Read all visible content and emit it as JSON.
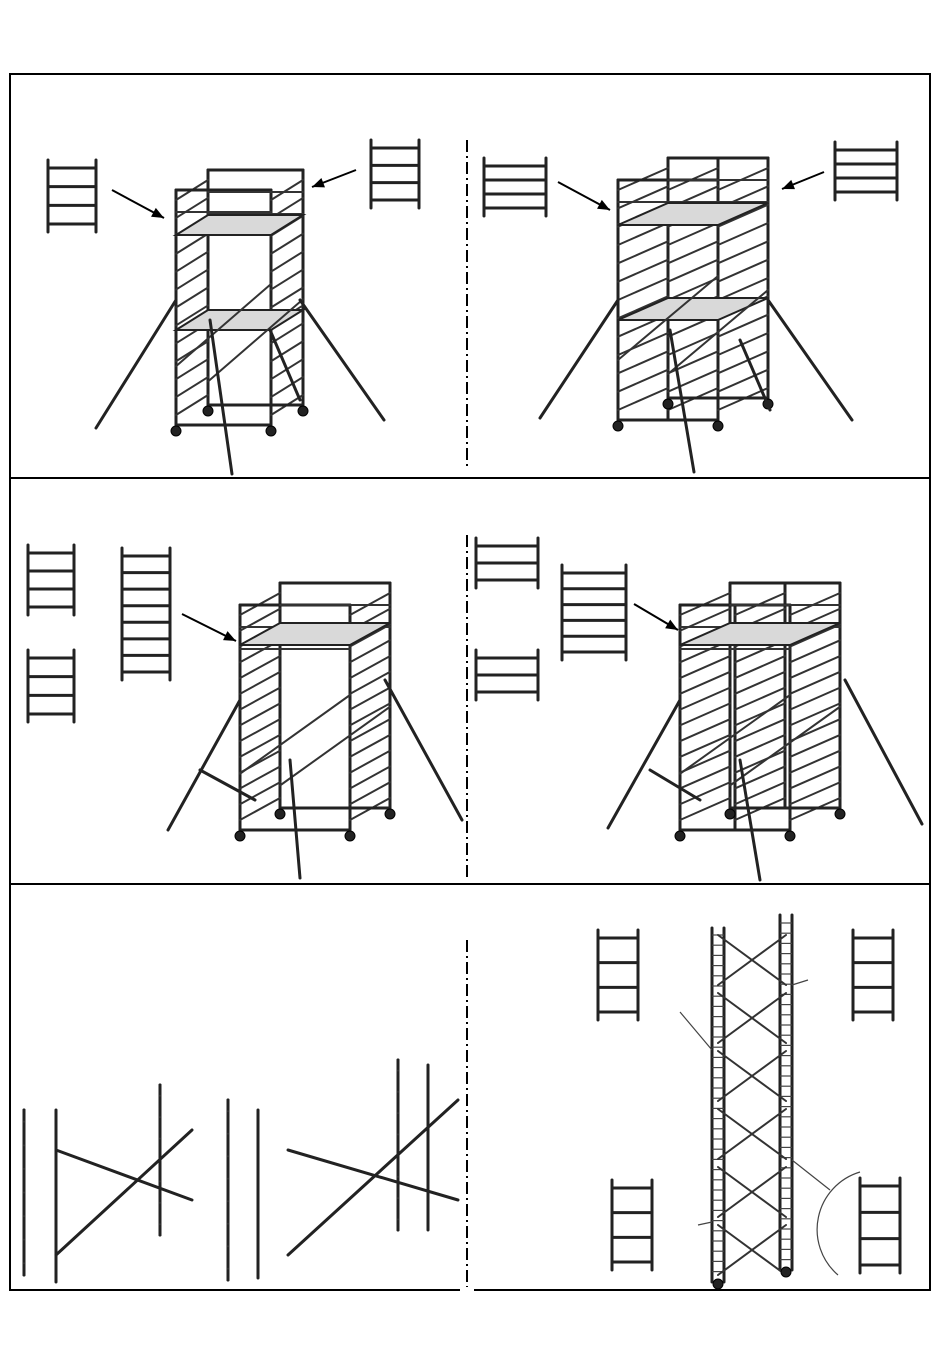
{
  "figure": {
    "panels": [
      {
        "id": "p1",
        "arrows": 2,
        "loose_frames": 2
      },
      {
        "id": "p2",
        "arrows": 2,
        "loose_frames": 2
      },
      {
        "id": "p3",
        "arrows": 1,
        "loose_frames": 3
      },
      {
        "id": "p4",
        "arrows": 1,
        "loose_frames": 3
      },
      {
        "id": "p5",
        "arrows": 0,
        "loose_frames": 4
      },
      {
        "id": "p6",
        "arrows": 0,
        "loose_frames": 4
      }
    ],
    "colors": {
      "line": "#000000",
      "deck": "#d9d9d9",
      "background": "#ffffff"
    }
  }
}
